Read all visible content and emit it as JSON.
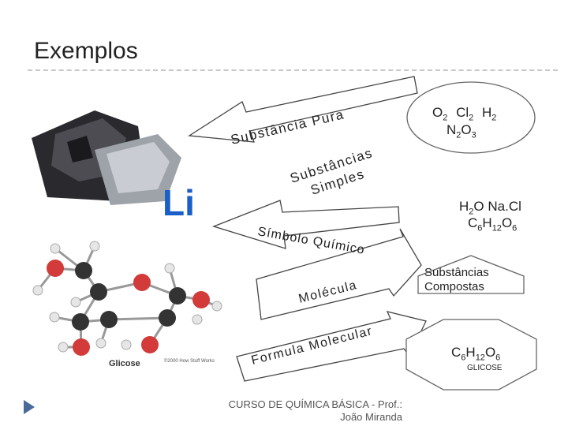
{
  "title": "Exemplos",
  "labels": {
    "pura": "Substância Pura",
    "simples_1": "Substâncias",
    "simples_2": "Simples",
    "simbolo": "Símbolo Químico",
    "molecula": "Molécula",
    "formula": "Formula Molecular"
  },
  "simples": {
    "row1": [
      {
        "el": "O",
        "n": "2"
      },
      {
        "el": "Cl",
        "n": "2"
      },
      {
        "el": "H",
        "n": "2"
      }
    ],
    "row2": [
      {
        "el": "N",
        "n": "2"
      },
      {
        "el": "O",
        "n": "3"
      }
    ]
  },
  "compostas": {
    "row1": [
      {
        "el": "H",
        "n": "2"
      },
      {
        "el": "O",
        "n": ""
      },
      {
        "el": " Na.Cl",
        "n": ""
      }
    ],
    "row2": [
      {
        "el": "C",
        "n": "6"
      },
      {
        "el": "H",
        "n": "12"
      },
      {
        "el": "O",
        "n": "6"
      }
    ],
    "label": "Substâncias Compostas"
  },
  "glicose": {
    "formula": [
      {
        "el": "C",
        "n": "6"
      },
      {
        "el": "H",
        "n": "12"
      },
      {
        "el": "O",
        "n": "6"
      }
    ],
    "name": "GLICOSE"
  },
  "images": {
    "lithium_symbol": "Li",
    "glucose_caption": "Glicose",
    "copyright": "©2000 How Stuff Works",
    "atoms": [
      "O",
      "C",
      "H"
    ]
  },
  "footer": {
    "line1": "CURSO DE QUÍMICA BÁSICA - Prof.:",
    "line2": "João Miranda"
  },
  "colors": {
    "accent_bullet": "#4a6a9a",
    "oxygen": "#d33a3a",
    "carbon": "#333333",
    "hydrogen": "#dddddd",
    "li_blue": "#1a5ec8"
  }
}
